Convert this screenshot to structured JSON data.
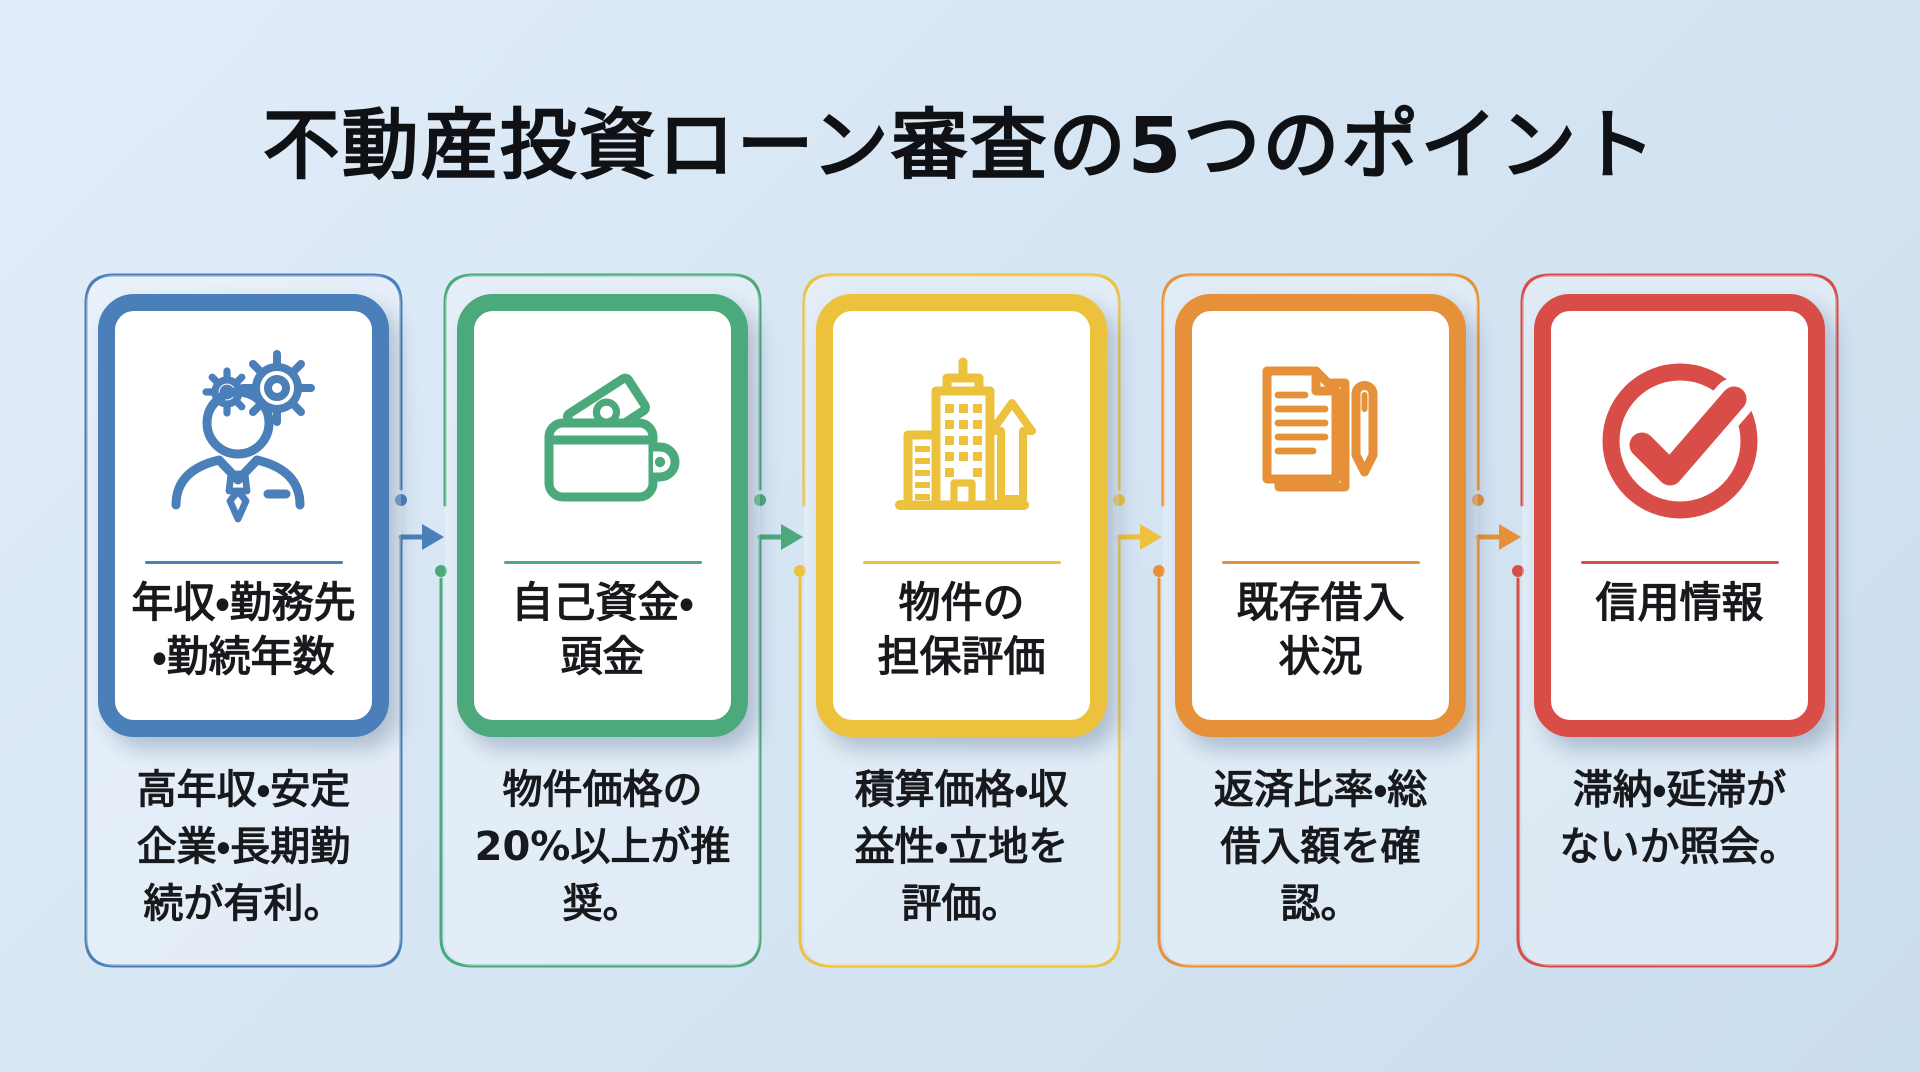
{
  "title": "不動産投資ローン審査の5つのポイント",
  "text_color": "#17191c",
  "background": {
    "top": "#e2edf9",
    "bottom": "#cbdeee"
  },
  "cards": [
    {
      "step": 1,
      "color": "#4a7fb9",
      "icon": "person-gears-icon",
      "title_lines": [
        "年収・勤務先",
        "・勤続年数"
      ],
      "desc_lines": [
        "高年収・安定",
        "企業・長期勤",
        "続が有利。"
      ]
    },
    {
      "step": 2,
      "color": "#4ba97c",
      "icon": "wallet-money-icon",
      "title_lines": [
        "自己資金・",
        "頭金"
      ],
      "desc_lines": [
        "物件価格の",
        "20%以上が推",
        "奨。"
      ]
    },
    {
      "step": 3,
      "color": "#ecc13c",
      "icon": "building-growth-icon",
      "title_lines": [
        "物件の",
        "担保評価"
      ],
      "desc_lines": [
        "積算価格・収",
        "益性・立地を",
        "評価。"
      ]
    },
    {
      "step": 4,
      "color": "#e6913a",
      "icon": "documents-pen-icon",
      "title_lines": [
        "既存借入",
        "状況"
      ],
      "desc_lines": [
        "返済比率・総",
        "借入額を確",
        "認。"
      ]
    },
    {
      "step": 5,
      "color": "#d84d47",
      "icon": "check-circle-icon",
      "title_lines": [
        "信用情報"
      ],
      "desc_lines": [
        "滞納・延滞が",
        "ないか照会。"
      ]
    }
  ]
}
